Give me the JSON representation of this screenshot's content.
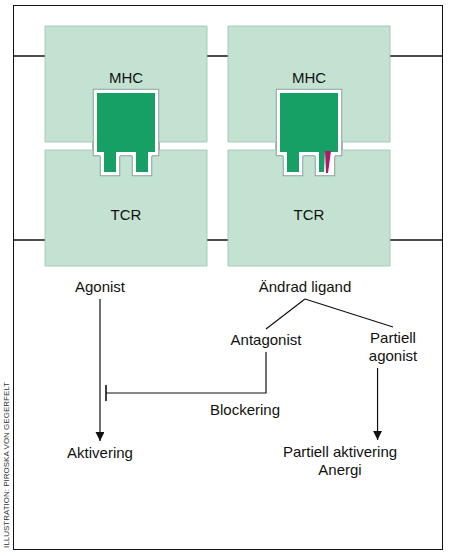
{
  "diagram": {
    "nodes": [
      {
        "text": [
          "MHC"
        ]
      },
      {
        "text": [
          "MHC"
        ]
      },
      {
        "text": [
          "TCR"
        ]
      },
      {
        "text": [
          "TCR"
        ]
      },
      {
        "text": [
          "Agonist"
        ]
      },
      {
        "text": [
          "Ändrad ligand"
        ]
      },
      {
        "text": [
          "Antagonist"
        ]
      },
      {
        "text": [
          "Partiell agonist"
        ]
      },
      {
        "text": [
          "Aktivering"
        ]
      },
      {
        "text": [
          "Partiell aktivering",
          "Anergi"
        ]
      }
    ],
    "edges": [
      {
        "from": 4,
        "to": 8,
        "arrow": "to"
      },
      {
        "from": 5,
        "to": 6,
        "arrow": "none"
      },
      {
        "from": 5,
        "to": 7,
        "arrow": "none"
      },
      {
        "from": 7,
        "to": 9,
        "arrow": "to"
      }
    ],
    "labels": [
      "Blockering",
      "ILLUSTRATION: PIROSKA VON GEGERFELT"
    ]
  }
}
